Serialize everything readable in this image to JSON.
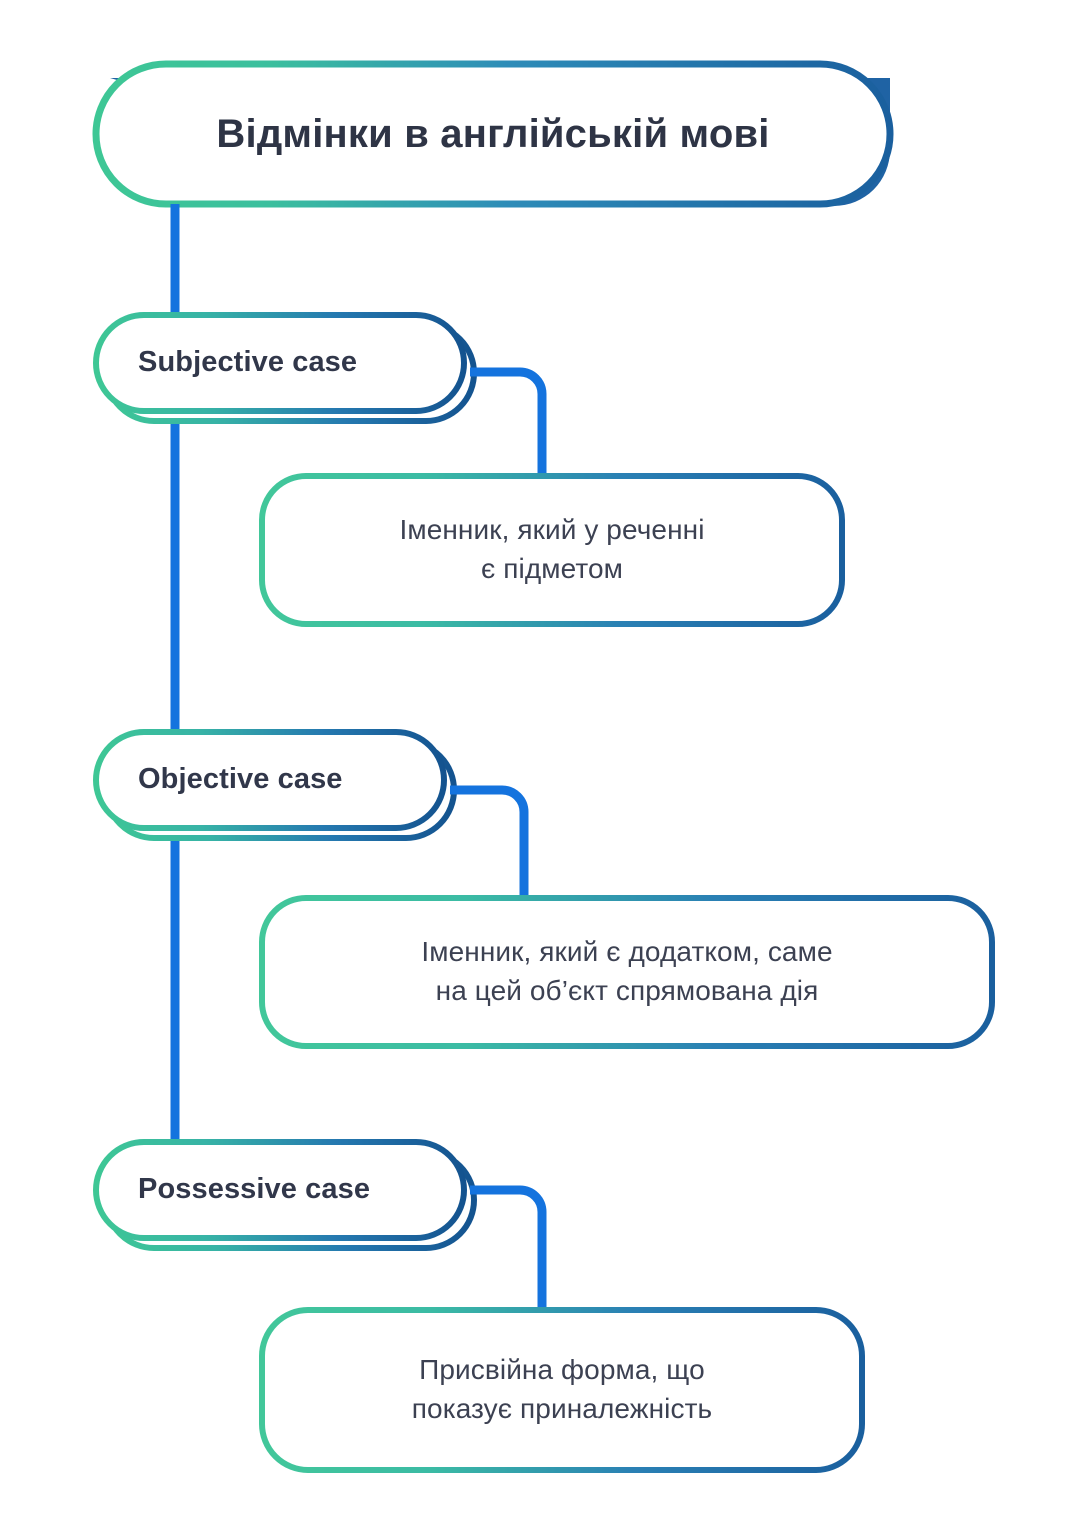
{
  "diagram": {
    "type": "tree",
    "orientation": "vertical-trunk-left",
    "title": {
      "label": "Відмінки в англійській мові"
    },
    "palette": {
      "green": "#40c79a",
      "teal": "#35bfa0",
      "blue_bright": "#1473de",
      "blue_dark": "#1a5f9e",
      "blue_shadow": "#1f63a4",
      "text_dark": "#2e3445",
      "text_body": "#3c4152",
      "background": "#ffffff"
    },
    "branches": [
      {
        "label": "Subjective case",
        "description_lines": [
          "Іменник, який у реченні",
          "є підметом"
        ]
      },
      {
        "label": "Objective case",
        "description_lines": [
          "Іменник, який є додатком, саме",
          "на цей об’єкт спрямована дія"
        ]
      },
      {
        "label": "Possessive case",
        "description_lines": [
          "Присвійна форма, що",
          "показує приналежність"
        ]
      }
    ]
  }
}
